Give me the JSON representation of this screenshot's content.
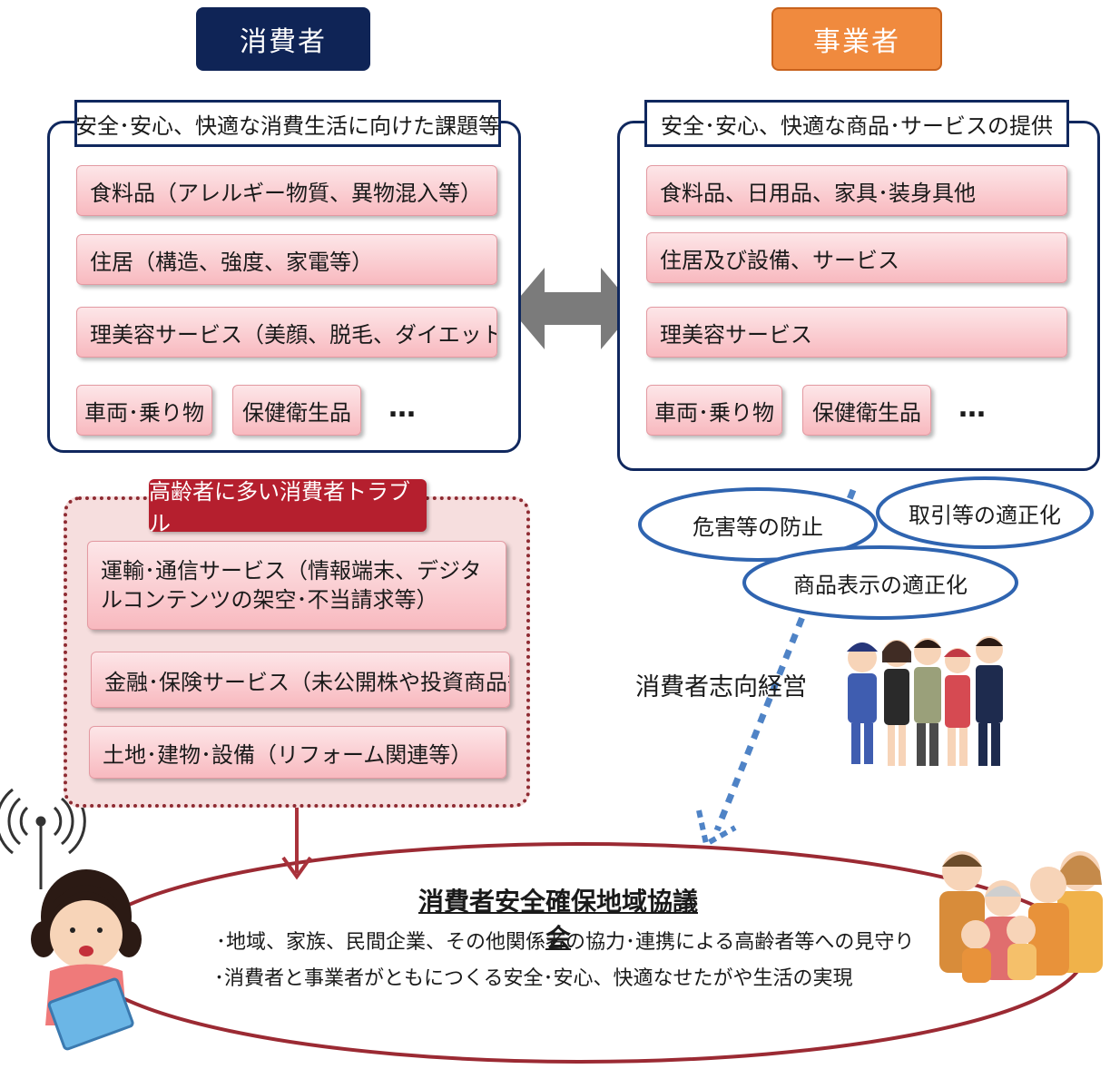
{
  "consumer": {
    "header": "消費者",
    "panel_title": "安全･安心、快適な消費生活に向けた課題等",
    "items": [
      "食料品（アレルギー物質、異物混入等）",
      "住居（構造、強度、家電等）",
      "理美容サービス（美顔、脱毛、ダイエット等）"
    ],
    "small_items": [
      "車両･乗り物",
      "保健衛生品"
    ],
    "ellipsis": "…"
  },
  "business": {
    "header": "事業者",
    "panel_title": "安全･安心、快適な商品･サービスの提供",
    "items": [
      "食料品、日用品、家具･装身具他",
      "住居及び設備、サービス",
      "理美容サービス"
    ],
    "small_items": [
      "車両･乗り物",
      "保健衛生品"
    ],
    "ellipsis": "…"
  },
  "elderly_trouble": {
    "title": "高齢者に多い消費者トラブル",
    "items": [
      "運輸･通信サービス（情報端末、デジタルコンテンツの架空･不当請求等）",
      "金融･保険サービス（未公開株や投資商品等）",
      "土地･建物･設備（リフォーム関連等）"
    ]
  },
  "ellipses": [
    "危害等の防止",
    "取引等の適正化",
    "商品表示の適正化"
  ],
  "management_label": "消費者志向経営",
  "council": {
    "title": "消費者安全確保地域協議会",
    "lines": [
      "･地域、家族、民間企業、その他関係者の協力･連携による高齢者等への見守り",
      "･消費者と事業者がともにつくる安全･安心、快適なせたがや生活の実現"
    ]
  },
  "colors": {
    "navy": "#0f2456",
    "orange": "#f08a3e",
    "pink": "#f8b9bf",
    "red": "#b51f2e",
    "ellipse_blue": "#2f64b0"
  },
  "icons": [
    "double-arrow-icon",
    "dotted-arrow-icon",
    "down-arrow-icon",
    "antenna-icon",
    "girl-tablet-icon",
    "workers-icon",
    "family-icon"
  ]
}
